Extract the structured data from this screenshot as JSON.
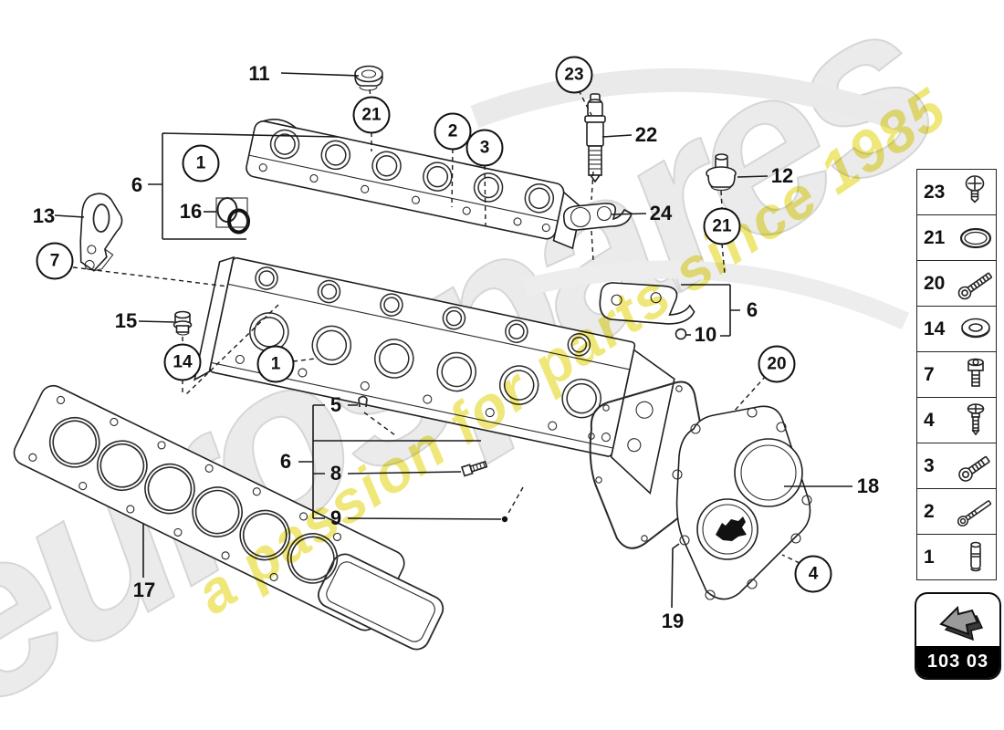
{
  "watermark": {
    "brand": "eurospares",
    "tagline": "a passion for parts since 1985",
    "gray_color": "#e8e8e8",
    "yellow_color": "#e9de45"
  },
  "nav": {
    "code": "103 03"
  },
  "legend": {
    "items": [
      {
        "num": "23",
        "icon": "pan-head-screw-icon"
      },
      {
        "num": "21",
        "icon": "o-ring-icon"
      },
      {
        "num": "20",
        "icon": "long-bolt-icon"
      },
      {
        "num": "14",
        "icon": "washer-icon"
      },
      {
        "num": "7",
        "icon": "socket-head-bolt-icon"
      },
      {
        "num": "4",
        "icon": "pan-head-long-screw-icon"
      },
      {
        "num": "3",
        "icon": "hex-socket-bolt-icon"
      },
      {
        "num": "2",
        "icon": "thin-long-bolt-icon"
      },
      {
        "num": "1",
        "icon": "dowel-pin-icon"
      }
    ]
  },
  "diagram": {
    "callouts_plain": [
      {
        "label": "11"
      },
      {
        "label": "6"
      },
      {
        "label": "13"
      },
      {
        "label": "16"
      },
      {
        "label": "15"
      },
      {
        "label": "22"
      },
      {
        "label": "24"
      },
      {
        "label": "12"
      },
      {
        "label": "6"
      },
      {
        "label": "10"
      },
      {
        "label": "5"
      },
      {
        "label": "6"
      },
      {
        "label": "8"
      },
      {
        "label": "9"
      },
      {
        "label": "17"
      },
      {
        "label": "18"
      },
      {
        "label": "19"
      }
    ],
    "callouts_circled": [
      {
        "label": "1"
      },
      {
        "label": "21"
      },
      {
        "label": "2"
      },
      {
        "label": "3"
      },
      {
        "label": "23"
      },
      {
        "label": "21"
      },
      {
        "label": "7"
      },
      {
        "label": "14"
      },
      {
        "label": "1"
      },
      {
        "label": "20"
      },
      {
        "label": "4"
      }
    ],
    "colors": {
      "line": "#1a1a1a"
    }
  }
}
